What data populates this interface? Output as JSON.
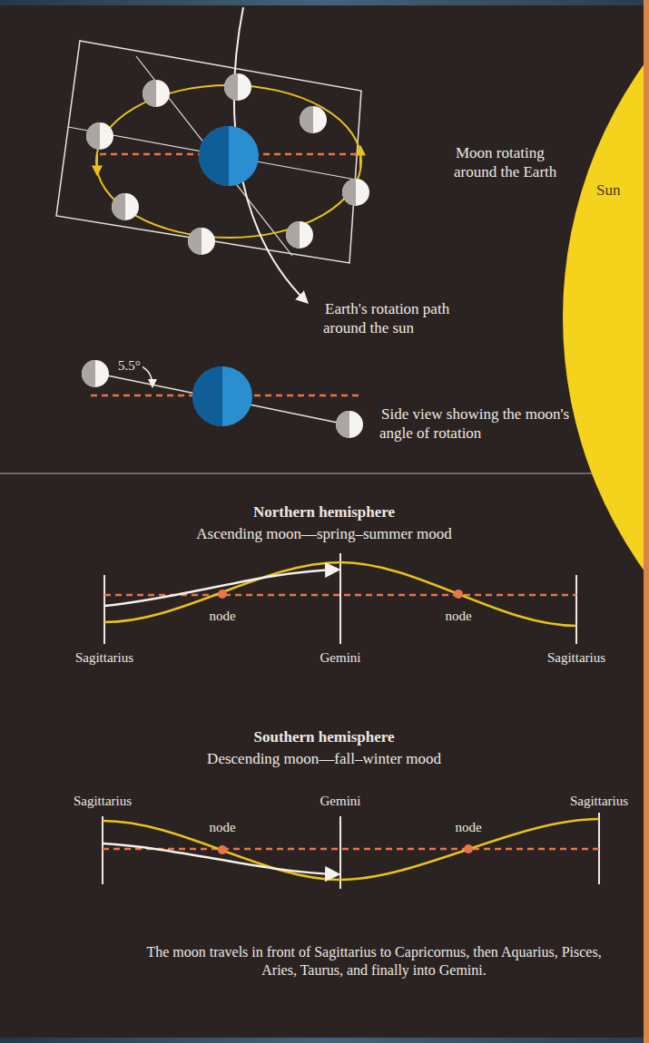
{
  "diagram": {
    "caption": "The moon travels in front of Sagittarius to Capricornus, then Aquarius, Pisces, Aries, Taurus, and finally into Gemini.",
    "nodes": [
      {
        "text": [
          "Sun"
        ]
      }
    ],
    "labels": [
      "Moon rotating around the Earth",
      "Earth's rotation path around the sun",
      "5.5°",
      "Side view showing the moon's angle of rotation",
      "Northern hemisphere",
      "Ascending moon—spring–summer mood",
      "Sagittarius",
      "Gemini",
      "Sagittarius",
      "node",
      "node",
      "Southern hemisphere",
      "Descending moon—fall–winter mood",
      "Sagittarius",
      "Gemini",
      "Sagittarius",
      "node",
      "node"
    ]
  }
}
